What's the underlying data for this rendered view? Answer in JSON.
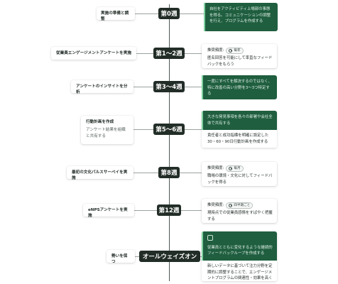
{
  "rows": [
    {
      "week": "第0週",
      "left_title": "実施の準備と調整",
      "right_top": "自社をアクティビティ上場部の事態を得る。コミュニケーションの調整を行え、プログラムを作成する"
    },
    {
      "week": "第1〜2週",
      "left_title": "従業員エンゲージメントアンケートを実施",
      "right_label": "推奨頻度:",
      "right_chip": "毎年",
      "right_body": "匿名回答を可能にして率直なフィードバックをもらう"
    },
    {
      "week": "第3〜4週",
      "left_title": "アンケートのインサイトを分析",
      "right_top": "一度にすべてを解決するのではなく、特に改善の高い分野を3〜3つ特定する"
    },
    {
      "week": "第5〜6週",
      "left_title": "行動計画を作成",
      "left_sub": "アンケート結果を組織と共有する",
      "right_top": "大きな発見事項を各々の部署や会社全体で共有する",
      "right_body": "責任者と成功指標を明確に設定した30・60・90日行動計画を作成する"
    },
    {
      "week": "第8週",
      "left_title": "最初の文化パルスサーベイを実施",
      "right_label": "推奨頻度:",
      "right_chip": "毎月",
      "right_body": "職場の環境・文化に対してフィードバックを得る"
    },
    {
      "week": "第12週",
      "left_title": "eNPSアンケートを実施",
      "right_label": "推奨頻度:",
      "right_chip": "四半期ごと",
      "right_body": "現時点での従業員感情をすばやく把握する"
    },
    {
      "week": "オールウェイズオン",
      "left_title": "勢いを保つ",
      "right_top": "従業員とともに変化するような継続的フィードバックループを作成する",
      "right_body": "新しいデータに基づいて注力分野を定期的に調整することで、エンゲージメントプログラムの関連性・効果を高く維持する"
    }
  ],
  "colors": {
    "dark": "#222d27",
    "green": "#1f5e3f",
    "accent": "#7fd1a0"
  },
  "icons": [
    "clock-icon",
    "hand-icon"
  ]
}
